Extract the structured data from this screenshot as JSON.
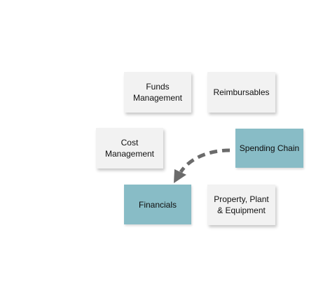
{
  "diagram": {
    "boxes": {
      "funds_management": "Funds\nManagement",
      "reimbursables": "Reimbursables",
      "cost_management": "Cost\nManagement",
      "spending_chain": "Spending Chain",
      "financials": "Financials",
      "property_plant_equipment": "Property, Plant\n& Equipment"
    },
    "colors": {
      "highlight": "#88bcc6",
      "box": "#f2f2f2",
      "arrow": "#6b6b6b"
    },
    "arrow": {
      "from": "Spending Chain",
      "to": "Financials",
      "style": "dashed-curved"
    }
  }
}
